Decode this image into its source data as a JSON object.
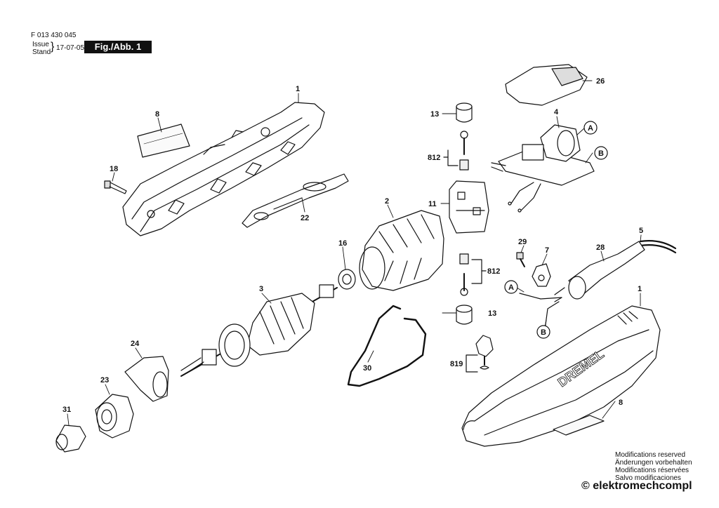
{
  "header": {
    "doc_number": "F 013 430 045",
    "issue_label": "Issue",
    "stand_label": "Stand",
    "date": "17-07-05",
    "figure": "Fig./Abb. 1"
  },
  "parts": {
    "p1a": "1",
    "p1b": "1",
    "p2": "2",
    "p3": "3",
    "p4": "4",
    "p5": "5",
    "p7": "7",
    "p8a": "8",
    "p8b": "8",
    "p11": "11",
    "p13a": "13",
    "p13b": "13",
    "p16": "16",
    "p18": "18",
    "p22": "22",
    "p23": "23",
    "p24": "24",
    "p26": "26",
    "p28": "28",
    "p29": "29",
    "p30": "30",
    "p31": "31",
    "p812a": "812",
    "p812b": "812",
    "p819": "819"
  },
  "connectors": {
    "a1": "A",
    "b1": "B",
    "a2": "A",
    "b2": "B"
  },
  "brand": "DREMEL",
  "notes": [
    "Modifications reserved",
    "Änderungen vorbehalten",
    "Modifications réservées",
    "Salvo modificaciones"
  ],
  "copyright": "© elektromechcompl"
}
